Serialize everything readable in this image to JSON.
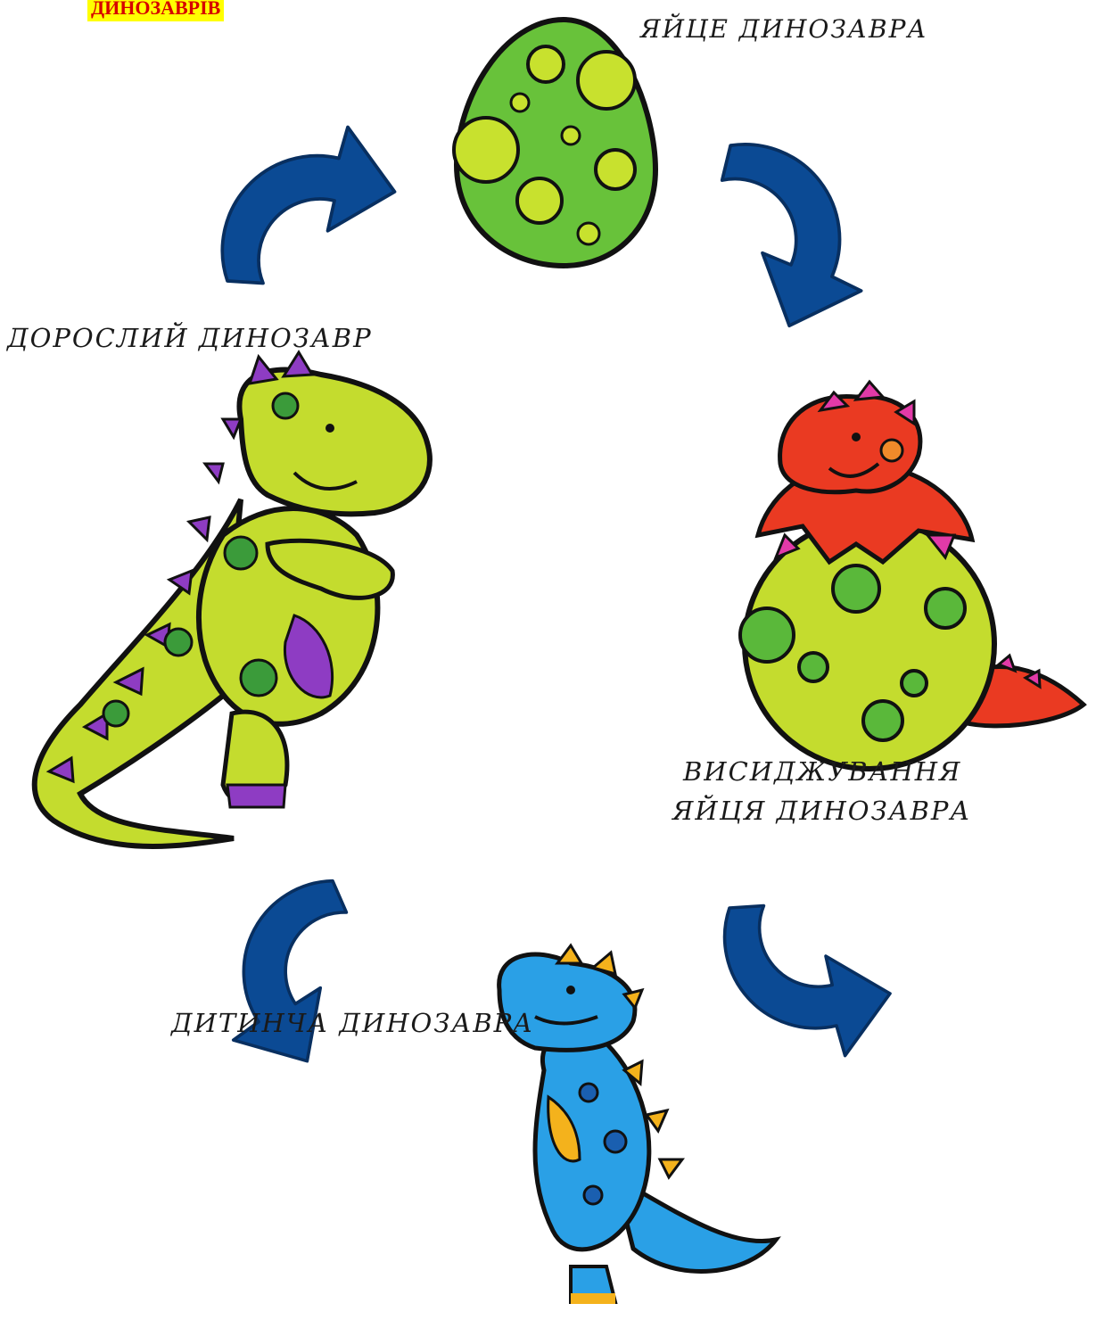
{
  "title": "ДИНОЗАВРІВ",
  "stages": {
    "egg": "ЯЙЦЕ ДИНОЗАВРА",
    "hatching_line1": "ВИСИДЖУВАННЯ",
    "hatching_line2": "ЯЙЦЯ ДИНОЗАВРА",
    "baby": "ДИТИНЧА ДИНОЗАВРА",
    "adult": "ДОРОСЛИЙ ДИНОЗАВР"
  },
  "colors": {
    "arrow": "#0b4a94",
    "egg_green": "#68c23a",
    "egg_spots": "#c8e12e",
    "adult_body": "#c4dc2e",
    "adult_spikes": "#8e3cc3",
    "hatchling_body": "#ea3a22",
    "baby_body": "#2aa0e6",
    "baby_spikes": "#f4b21c"
  },
  "icons": [
    "cycle-arrow-icon",
    "dinosaur-egg-icon",
    "hatching-dinosaur-icon",
    "baby-dinosaur-icon",
    "adult-dinosaur-icon"
  ]
}
